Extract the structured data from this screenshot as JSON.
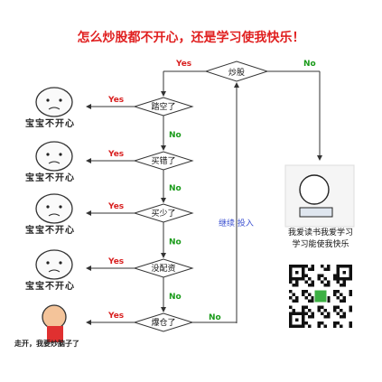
{
  "title": "怎么炒股都不开心，还是学习使我快乐！",
  "start_node": "炒股",
  "decisions": [
    "踏空了",
    "买错了",
    "买少了",
    "没配资",
    "爆仓了"
  ],
  "labels": {
    "yes": "Yes",
    "no": "No",
    "continue": "继续 投入"
  },
  "captions": [
    "宝宝不开心",
    "宝宝不开心",
    "宝宝不开心",
    "宝宝不开心",
    "走开，我要炒脑子了"
  ],
  "study_quote_lines": [
    "我爱读书我爱学习",
    "学习能使我快乐"
  ],
  "colors": {
    "title": "#e02020",
    "yes": "#d81e1e",
    "no": "#1a9b1a",
    "continue": "#3a4fd0",
    "line": "#333333"
  }
}
